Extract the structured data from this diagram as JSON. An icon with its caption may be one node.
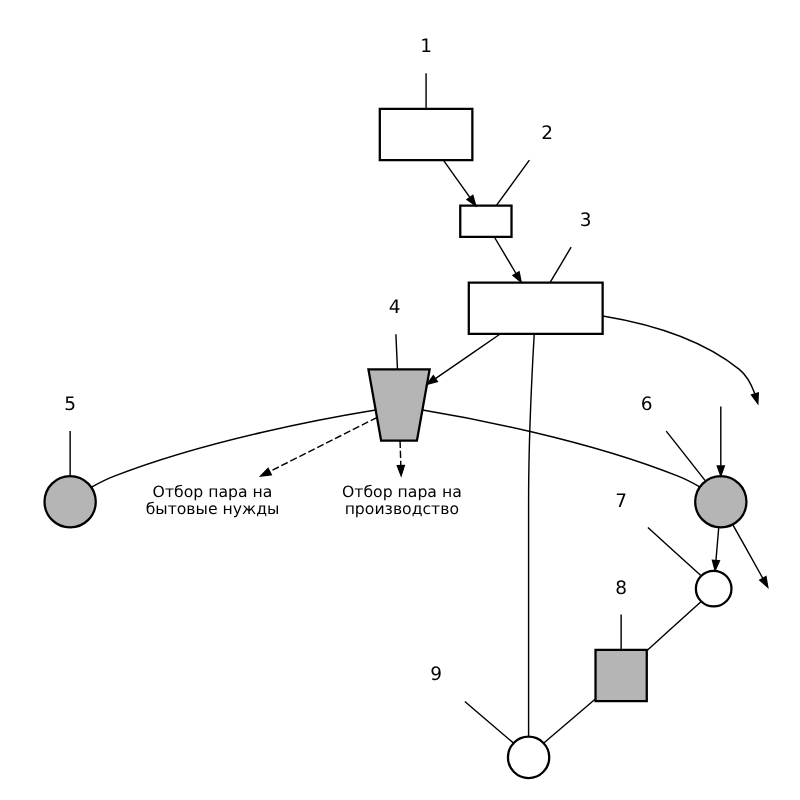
{
  "diagram": {
    "nodes": [
      {
        "text": [],
        "shape": "box"
      },
      {
        "text": [
          "1"
        ]
      },
      {
        "text": [],
        "shape": "box"
      },
      {
        "text": [
          "2"
        ]
      },
      {
        "text": [
          "3"
        ]
      },
      {
        "text": [],
        "shape": "box"
      },
      {
        "text": [
          "9"
        ]
      },
      {
        "text": [
          "4"
        ]
      },
      {
        "text": [
          "5"
        ]
      },
      {
        "text": [],
        "shape": "circle"
      },
      {
        "text": [],
        "shape": "trapezium"
      },
      {
        "text": [],
        "shape": "circle"
      },
      {
        "text": [
          "Отбор пара на производство"
        ]
      },
      {
        "text": [
          "8"
        ]
      },
      {
        "text": [],
        "shape": "box"
      },
      {
        "text": [
          "6"
        ]
      },
      {
        "text": [],
        "shape": "circle"
      },
      {
        "text": [
          "Отбор пара на бытовые нужды"
        ]
      },
      {
        "text": [],
        "shape": "circle"
      },
      {
        "text": [
          "7"
        ]
      }
    ],
    "edges": [
      {
        "from": 0,
        "to": 2,
        "arrow": "to"
      },
      {
        "from": 2,
        "to": 5,
        "arrow": "to"
      },
      {
        "from": 5,
        "to": null,
        "arrow": "to"
      },
      {
        "from": 5,
        "to": 10,
        "arrow": "to"
      },
      {
        "from": 10,
        "to": 11,
        "arrow": "none"
      },
      {
        "from": 10,
        "to": 16,
        "arrow": "none"
      },
      {
        "from": 16,
        "to": null,
        "arrow": "to"
      },
      {
        "from": null,
        "to": 16,
        "arrow": "to"
      },
      {
        "from": 16,
        "to": 18,
        "arrow": "to"
      },
      {
        "from": 18,
        "to": 14,
        "arrow": "none"
      },
      {
        "from": 14,
        "to": 9,
        "arrow": "none"
      },
      {
        "from": 9,
        "to": 5,
        "arrow": "none"
      },
      {
        "from": 10,
        "to": 12,
        "arrow": "to",
        "style": "dashed"
      },
      {
        "from": 10,
        "to": 17,
        "arrow": "to",
        "style": "dashed"
      },
      {
        "from": 1,
        "to": 0,
        "arrow": "none"
      },
      {
        "from": 3,
        "to": 2,
        "arrow": "none"
      },
      {
        "from": 4,
        "to": 5,
        "arrow": "none"
      },
      {
        "from": 6,
        "to": 9,
        "arrow": "none"
      },
      {
        "from": 7,
        "to": 10,
        "arrow": "none"
      },
      {
        "from": 8,
        "to": 11,
        "arrow": "none"
      },
      {
        "from": 13,
        "to": 14,
        "arrow": "none"
      },
      {
        "from": 15,
        "to": 16,
        "arrow": "none"
      },
      {
        "from": 19,
        "to": 18,
        "arrow": "none"
      }
    ]
  }
}
